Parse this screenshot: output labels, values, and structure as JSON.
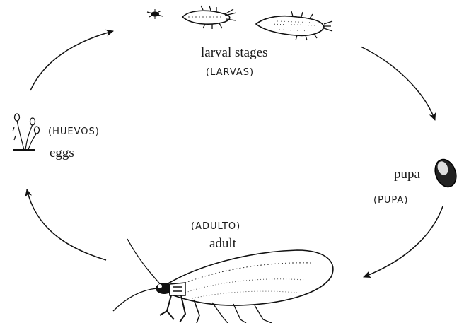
{
  "stages": {
    "larval": {
      "label": "larval stages",
      "label_es": "(LARVAS)"
    },
    "pupa": {
      "label": "pupa",
      "label_es": "(PUPA)"
    },
    "adult": {
      "label": "adult",
      "label_es": "(ADULTO)"
    },
    "eggs": {
      "label": "eggs",
      "label_es": "(HUEVOS)"
    }
  }
}
